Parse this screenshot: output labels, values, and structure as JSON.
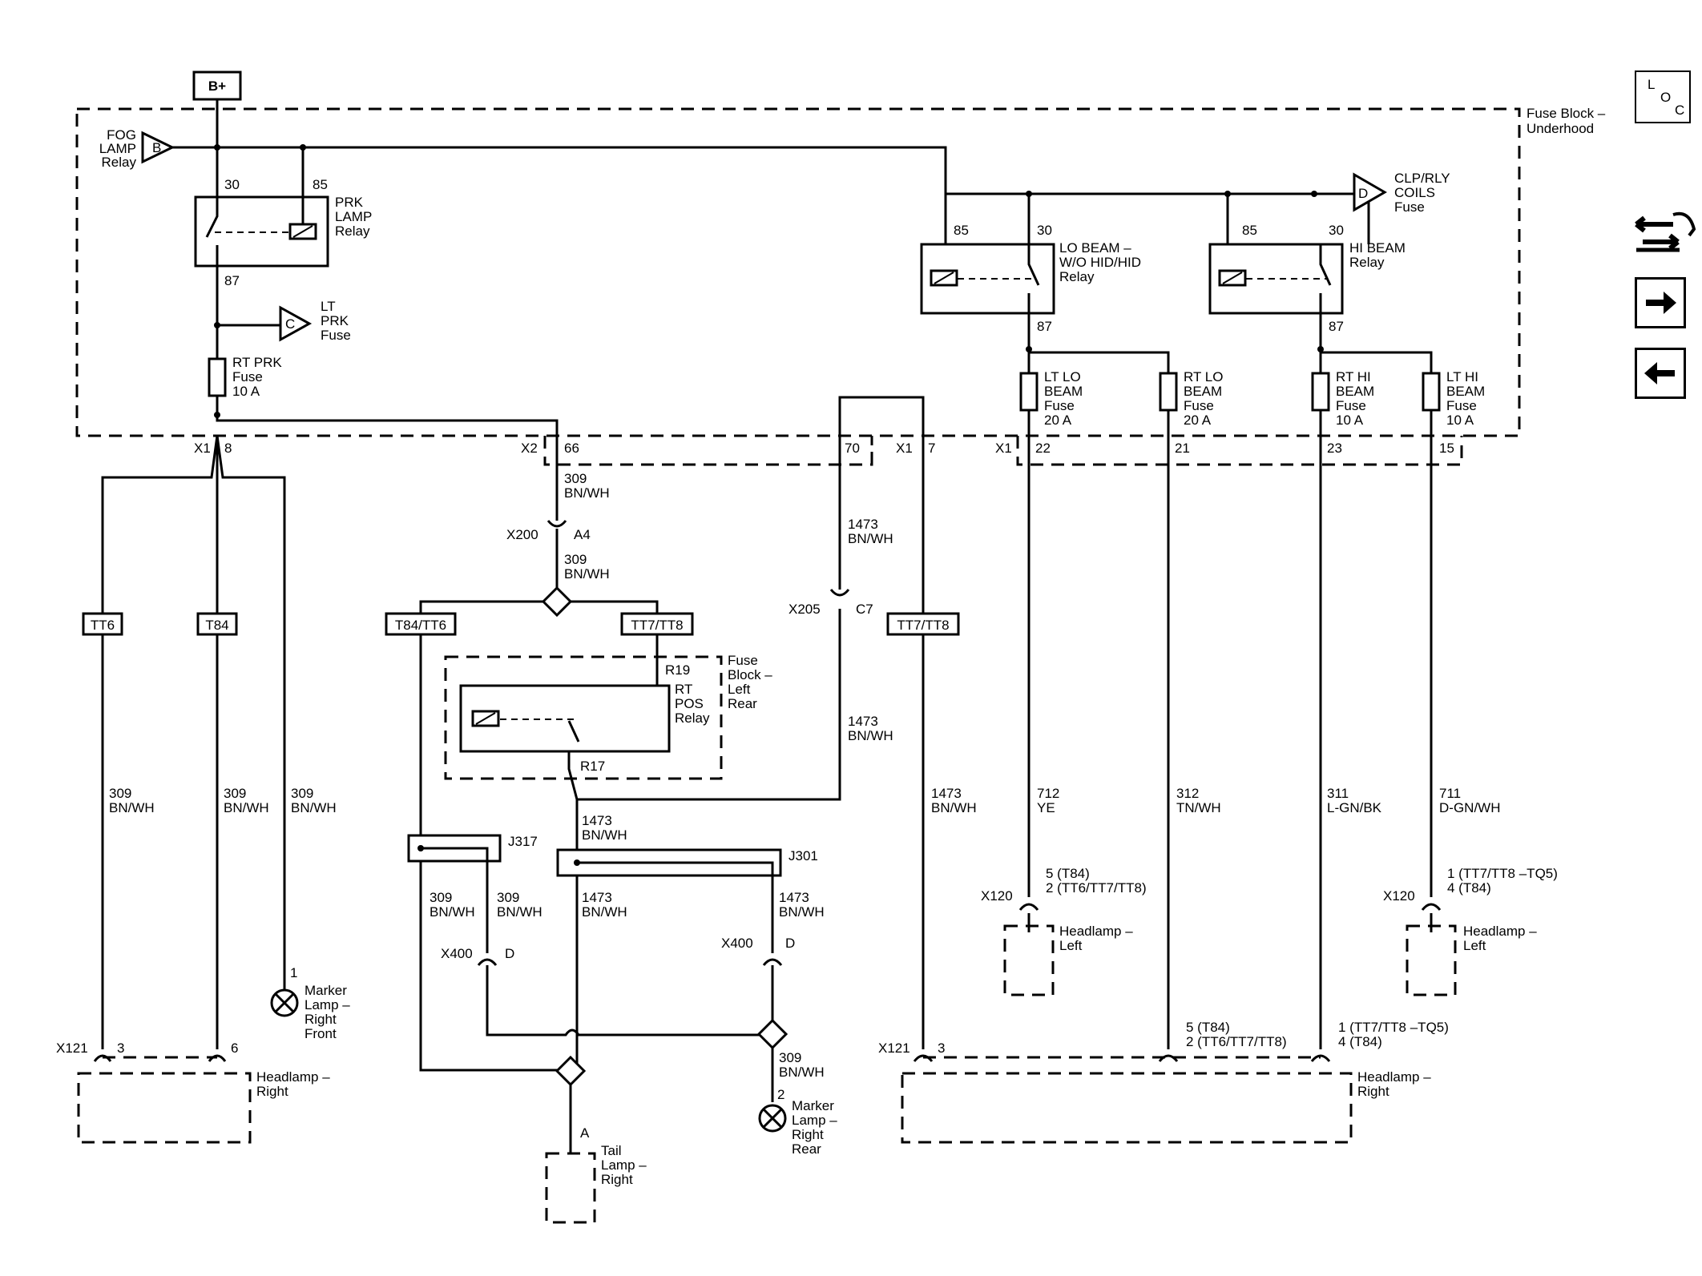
{
  "supply": "B+",
  "loc_button": {
    "l": "L",
    "o": "O",
    "c": "C"
  },
  "fuse_block_underhood": [
    "Fuse Block –",
    "Underhood"
  ],
  "fuse_block_left_rear": [
    "Fuse",
    "Block –",
    "Left",
    "Rear"
  ],
  "offpage_fog": {
    "letter": "B",
    "lines": [
      "FOG",
      "LAMP",
      "Relay"
    ]
  },
  "offpage_lt_prk": {
    "letter": "C",
    "lines": [
      "LT",
      "PRK",
      "Fuse"
    ]
  },
  "offpage_clp": {
    "letter": "D",
    "lines": [
      "CLP/RLY",
      "COILS",
      "Fuse"
    ]
  },
  "relays": {
    "prk": {
      "lines": [
        "PRK",
        "LAMP",
        "Relay"
      ],
      "p30": "30",
      "p85": "85",
      "p87": "87"
    },
    "lo": {
      "lines": [
        "LO BEAM –",
        "W/O HID/HID",
        "Relay"
      ],
      "p30": "30",
      "p85": "85",
      "p87": "87"
    },
    "hi": {
      "lines": [
        "HI BEAM",
        "Relay"
      ],
      "p30": "30",
      "p85": "85",
      "p87": "87"
    },
    "rtpos": {
      "lines": [
        "RT",
        "POS",
        "Relay"
      ],
      "p19": "R19",
      "p17": "R17"
    }
  },
  "fuses": {
    "rt_prk": [
      "RT PRK",
      "Fuse",
      "10 A"
    ],
    "lt_lo": [
      "LT LO",
      "BEAM",
      "Fuse",
      "20 A"
    ],
    "rt_lo": [
      "RT LO",
      "BEAM",
      "Fuse",
      "20 A"
    ],
    "rt_hi": [
      "RT HI",
      "BEAM",
      "Fuse",
      "10 A"
    ],
    "lt_hi": [
      "LT HI",
      "BEAM",
      "Fuse",
      "10 A"
    ]
  },
  "connector_labels": {
    "x1_a": "X1",
    "x1_a_pin": "8",
    "x2": "X2",
    "x2_pin": "66",
    "x2_pin70": "70",
    "x1_b": "X1",
    "x1_b_pin": "7",
    "x1_c": "X1",
    "x1_c_22": "22",
    "x1_c_21": "21",
    "x1_c_23": "23",
    "x1_c_15": "15",
    "x200": "X200",
    "x200_pin": "A4",
    "x205": "X205",
    "x205_pin": "C7",
    "x400a": "X400",
    "x400a_pin": "D",
    "x400b": "X400",
    "x400b_pin": "D",
    "x121a": "X121",
    "x121a_3": "3",
    "x121a_6": "6",
    "x121b": "X121",
    "x121b_3": "3",
    "x120a": "X120",
    "x120b": "X120",
    "tail_pin": "A",
    "mk_front_pin": "1",
    "mk_rear_pin": "2",
    "x120a_l1": "5 (T84)",
    "x120a_l2": "2 (TT6/TT7/TT8)",
    "x120b_l1": "1 (TT7/TT8 –TQ5)",
    "x120b_l2": "4 (T84)",
    "hr_a1": "5 (T84)",
    "hr_a2": "2 (TT6/TT7/TT8)",
    "hr_b1": "1 (TT7/TT8 –TQ5)",
    "hr_b2": "4 (T84)"
  },
  "splices": {
    "j317": "J317",
    "j301": "J301"
  },
  "option_tags": {
    "tt6": "TT6",
    "t84": "T84",
    "t84tt6": "T84/TT6",
    "tt7tt8_a": "TT7/TT8",
    "tt7tt8_b": "TT7/TT8"
  },
  "wires": {
    "w309_top": [
      "309",
      "BN/WH"
    ],
    "w309_mid": [
      "309",
      "BN/WH"
    ],
    "w1473_top": [
      "1473",
      "BN/WH"
    ],
    "w1473_mid": [
      "1473",
      "BN/WH"
    ],
    "w309_l1": [
      "309",
      "BN/WH"
    ],
    "w309_l2": [
      "309",
      "BN/WH"
    ],
    "w309_l3": [
      "309",
      "BN/WH"
    ],
    "w1473_r17": [
      "1473",
      "BN/WH"
    ],
    "w309_j1": [
      "309",
      "BN/WH"
    ],
    "w309_j2": [
      "309",
      "BN/WH"
    ],
    "w1473_j1": [
      "1473",
      "BN/WH"
    ],
    "w1473_j2": [
      "1473",
      "BN/WH"
    ],
    "w309_rear": [
      "309",
      "BN/WH"
    ],
    "w1473_right": [
      "1473",
      "BN/WH"
    ],
    "w712": [
      "712",
      "YE"
    ],
    "w312": [
      "312",
      "TN/WH"
    ],
    "w311": [
      "311",
      "L-GN/BK"
    ],
    "w711": [
      "711",
      "D-GN/WH"
    ]
  },
  "components": {
    "marker_front": [
      "Marker",
      "Lamp –",
      "Right",
      "Front"
    ],
    "marker_rear": [
      "Marker",
      "Lamp –",
      "Right",
      "Rear"
    ],
    "tail_lamp": [
      "Tail",
      "Lamp –",
      "Right"
    ],
    "headlamp_right_a": [
      "Headlamp –",
      "Right"
    ],
    "headlamp_right_b": [
      "Headlamp –",
      "Right"
    ],
    "headlamp_left_a": [
      "Headlamp –",
      "Left"
    ],
    "headlamp_left_b": [
      "Headlamp –",
      "Left"
    ]
  },
  "nav_icons": [
    "controls-icon",
    "arrow-right-icon",
    "arrow-left-icon"
  ]
}
